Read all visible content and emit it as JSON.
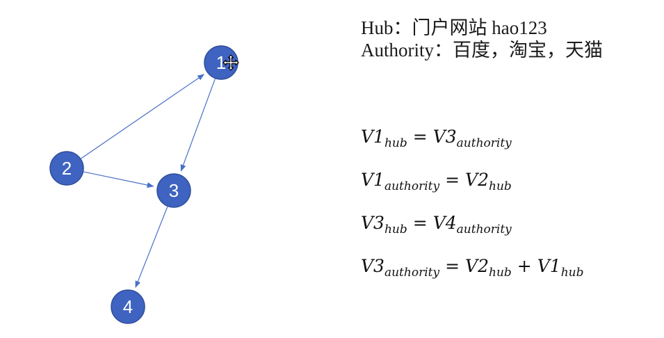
{
  "graph": {
    "nodes": [
      {
        "id": "1",
        "label": "1"
      },
      {
        "id": "2",
        "label": "2"
      },
      {
        "id": "3",
        "label": "3"
      },
      {
        "id": "4",
        "label": "4"
      }
    ],
    "edges": [
      {
        "from": "2",
        "to": "1"
      },
      {
        "from": "1",
        "to": "3"
      },
      {
        "from": "2",
        "to": "3"
      },
      {
        "from": "3",
        "to": "4"
      }
    ],
    "colors": {
      "node_fill": "#3f63c0",
      "node_stroke": "#2f4e9a",
      "edge": "#4a70c6",
      "label": "#ffffff"
    }
  },
  "definitions": {
    "hub": "Hub：门户网站 hao123",
    "authority": "Authority：百度，淘宝，天猫"
  },
  "equations": [
    {
      "lhs_var": "V1",
      "lhs_sub": "hub",
      "rhs": [
        {
          "var": "V3",
          "sub": "authority"
        }
      ]
    },
    {
      "lhs_var": "V1",
      "lhs_sub": "authority",
      "rhs": [
        {
          "var": "V2",
          "sub": "hub"
        }
      ]
    },
    {
      "lhs_var": "V3",
      "lhs_sub": "hub",
      "rhs": [
        {
          "var": "V4",
          "sub": "authority"
        }
      ]
    },
    {
      "lhs_var": "V3",
      "lhs_sub": "authority",
      "rhs": [
        {
          "var": "V2",
          "sub": "hub"
        },
        {
          "var": "V1",
          "sub": "hub"
        }
      ]
    }
  ],
  "symbols": {
    "equals": "=",
    "plus": "+"
  },
  "cursor": {
    "icon": "move-cursor-icon"
  }
}
